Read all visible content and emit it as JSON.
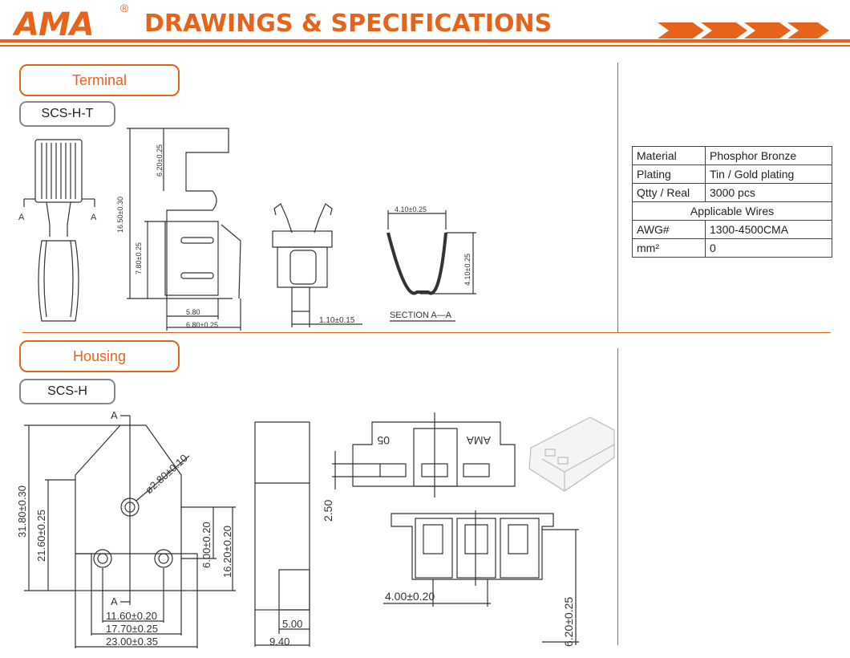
{
  "header": {
    "logo": "AMA",
    "registered": "®",
    "title": "DRAWINGS & SPECIFICATIONS"
  },
  "terminal": {
    "section_label": "Terminal",
    "part_number": "SCS-H-T",
    "dims": {
      "d1": "6.20±0.25",
      "d2": "16.50±0.30",
      "d3": "7.80±0.25",
      "d4": "5.80",
      "d5": "6.80±0.25",
      "d6": "1.10±0.15",
      "d7": "4.10±0.25",
      "d8": "4.10±0.25",
      "section": "SECTION  A—A",
      "cut": "A"
    }
  },
  "housing": {
    "section_label": "Housing",
    "part_number": "SCS-H",
    "dims": {
      "d1": "31.80±0.30",
      "d2": "21.60±0.25",
      "d3": "ø2.80±0.10",
      "d4": "6.00±0.20",
      "d5": "16.20±0.20",
      "d6": "11.60±0.20",
      "d7": "17.70±0.25",
      "d8": "23.00±0.35",
      "d9": "5.00",
      "d10": "9.40",
      "d11": "2.50",
      "d12": "4.00±0.20",
      "d13": "6.20±0.25",
      "cut": "A",
      "mark_ama": "AMA",
      "mark_05": "05"
    }
  },
  "spec_table": {
    "material_label": "Material",
    "material_value": "Phosphor Bronze",
    "plating_label": "Plating",
    "plating_value": "Tin / Gold plating",
    "qty_label": "Qtty / Real",
    "qty_value": "3000 pcs",
    "wires_heading": "Applicable Wires",
    "awg_label": "AWG#",
    "awg_value": "1300-4500CMA",
    "mm_label": "mm²",
    "mm_value": "0"
  },
  "colors": {
    "brand": "#e8631a",
    "line": "#333333"
  }
}
